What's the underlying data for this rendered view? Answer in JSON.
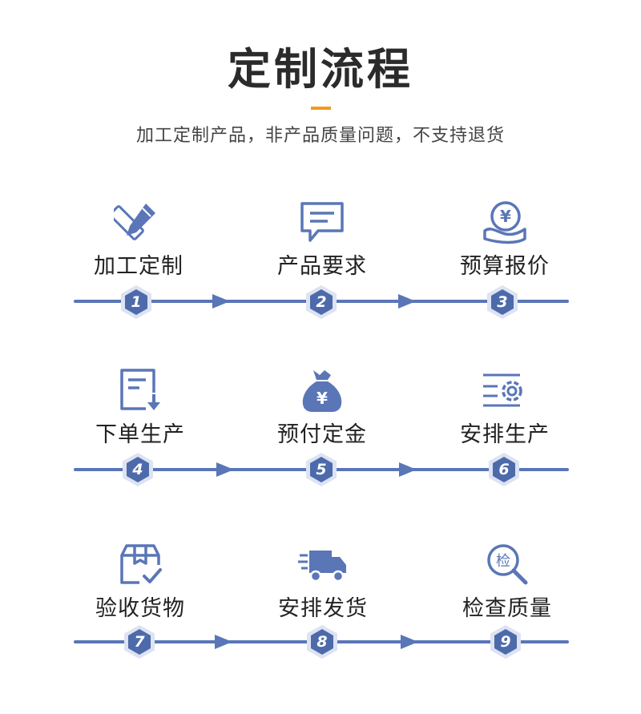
{
  "header": {
    "title": "定制流程",
    "subtitle": "加工定制产品，非产品质量问题，不支持退货"
  },
  "colors": {
    "accent": "#f29b1e",
    "flow_blue": "#5a76b7",
    "badge_outer": "#dde3f2"
  },
  "steps": [
    {
      "number": "1",
      "label": "加工定制",
      "icon": "pencil-ruler-icon"
    },
    {
      "number": "2",
      "label": "产品要求",
      "icon": "message-bubble-icon"
    },
    {
      "number": "3",
      "label": "预算报价",
      "icon": "yen-coin-hand-icon"
    },
    {
      "number": "4",
      "label": "下单生产",
      "icon": "document-download-icon"
    },
    {
      "number": "5",
      "label": "预付定金",
      "icon": "money-bag-icon"
    },
    {
      "number": "6",
      "label": "安排生产",
      "icon": "gear-settings-icon"
    },
    {
      "number": "7",
      "label": "验收货物",
      "icon": "package-check-icon"
    },
    {
      "number": "8",
      "label": "安排发货",
      "icon": "delivery-truck-icon"
    },
    {
      "number": "9",
      "label": "检查质量",
      "icon": "magnifier-inspect-icon"
    }
  ],
  "icon_text": {
    "yen": "¥",
    "inspect": "检"
  }
}
